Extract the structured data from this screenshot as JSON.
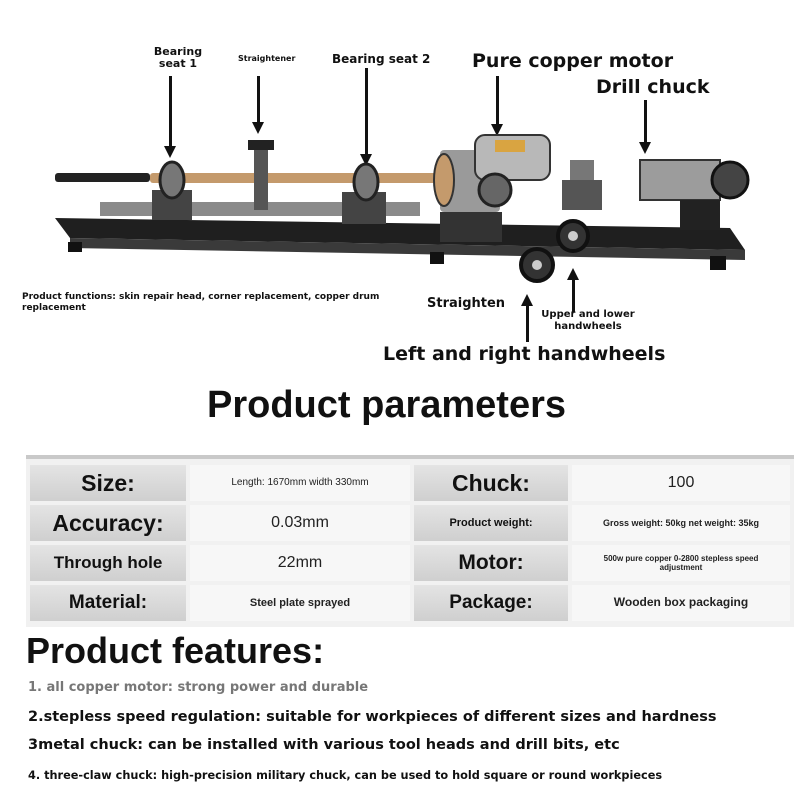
{
  "callouts": {
    "bearing_seat_1": "Bearing\nseat 1",
    "straightener": "Straightener",
    "bearing_seat_2": "Bearing seat 2",
    "motor": "Pure copper motor",
    "drill_chuck": "Drill chuck",
    "product_functions": "Product functions: skin repair head, corner replacement, copper drum replacement",
    "straighten": "Straighten",
    "upper_lower": "Upper and lower\nhandwheels",
    "left_right": "Left and right handwheels"
  },
  "parameters": {
    "title": "Product parameters",
    "rows": [
      {
        "label1": "Size:",
        "value1": "Length: 1670mm width 330mm",
        "label2": "Chuck:",
        "value2": "100"
      },
      {
        "label1": "Accuracy:",
        "value1": "0.03mm",
        "label2": "Product weight:",
        "value2": "Gross weight: 50kg net weight: 35kg"
      },
      {
        "label1": "Through hole",
        "value1": "22mm",
        "label2": "Motor:",
        "value2": "500w pure copper 0-2800 stepless speed adjustment"
      },
      {
        "label1": "Material:",
        "value1": "Steel plate sprayed",
        "label2": "Package:",
        "value2": "Wooden box packaging"
      }
    ]
  },
  "features": {
    "title": "Product features:",
    "items": [
      "1. all copper motor: strong power and durable",
      "2.stepless speed regulation: suitable for workpieces of different sizes and hardness",
      "3metal chuck: can be installed with various tool heads and drill bits, etc",
      "4. three-claw chuck: high-precision military chuck, can be used to hold square or round workpieces"
    ]
  },
  "colors": {
    "text": "#111111",
    "header_cell": "#d6d6d6",
    "value_cell": "#f7f7f7",
    "rod": "#c49a6c",
    "machine_dark": "#2a2a2a"
  }
}
